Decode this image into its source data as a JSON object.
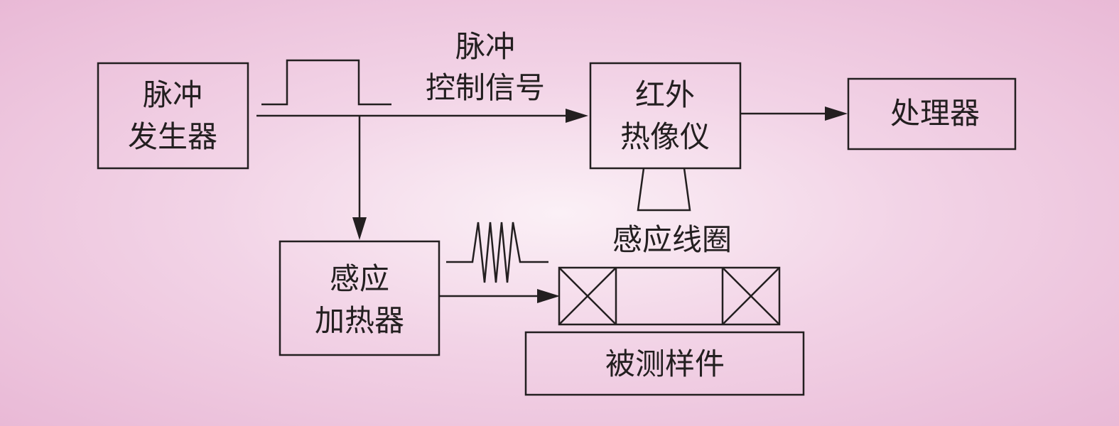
{
  "nodes": {
    "pulse_generator": {
      "line1": "脉冲",
      "line2": "发生器"
    },
    "infrared_camera": {
      "line1": "红外",
      "line2": "热像仪"
    },
    "processor": {
      "label": "处理器"
    },
    "induction_heater": {
      "line1": "感应",
      "line2": "加热器"
    },
    "sample": {
      "label": "被测样件"
    }
  },
  "labels": {
    "pulse_signal_line1": "脉冲",
    "pulse_signal_line2": "控制信号",
    "induction_coil": "感应线圈"
  },
  "colors": {
    "stroke": "#231f20",
    "background": "#f2d3e6"
  }
}
